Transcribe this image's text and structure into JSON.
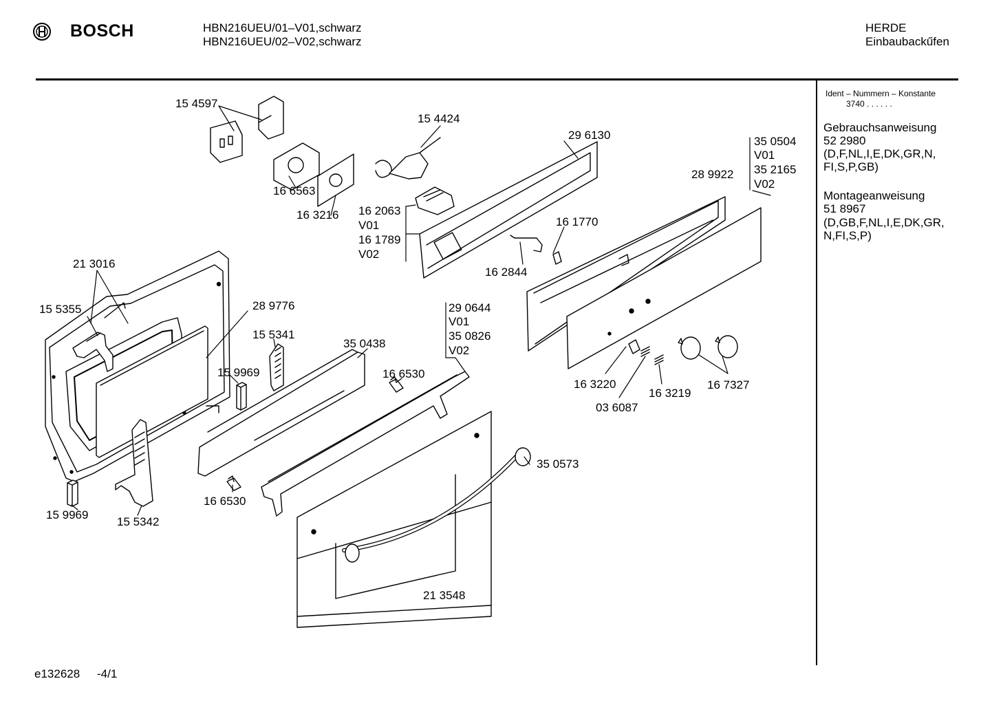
{
  "header": {
    "brand": "BOSCH",
    "model_line_1": "HBN216UEU/01–V01,schwarz",
    "model_line_2": "HBN216UEU/02–V02,schwarz",
    "category_line_1": "HERDE",
    "category_line_2": "Einbaubackűfen"
  },
  "sidebar": {
    "ident_title": "Ident – Nummern – Konstante",
    "ident_value": "3740  .  .  .  .  .  .",
    "manual_title": "Gebrauchsanweisung",
    "manual_number": "52 2980",
    "manual_langs_1": "(D,F,NL,I,E,DK,GR,N,",
    "manual_langs_2": "FI,S,P,GB)",
    "mount_title": "Montageanweisung",
    "mount_number": "51 8967",
    "mount_langs_1": "(D,GB,F,NL,I,E,DK,GR,",
    "mount_langs_2": "N,FI,S,P)"
  },
  "parts": {
    "p154597": "15 4597",
    "p154424": "15 4424",
    "p296130": "29 6130",
    "p350504": "35 0504",
    "p350504_v": "V01",
    "p352165": "35 2165",
    "p352165_v": "V02",
    "p289922": "28 9922",
    "p166563": "16 6563",
    "p163216": "16 3216",
    "p162063": "16 2063",
    "p162063_v": "V01",
    "p161789": "16 1789",
    "p161789_v": "V02",
    "p161770": "16 1770",
    "p162844": "16 2844",
    "p213016": "21 3016",
    "p155355": "15 5355",
    "p289776": "28 9776",
    "p155341": "15 5341",
    "p350438": "35 0438",
    "p290644": "29 0644",
    "p290644_v": "V01",
    "p350826": "35 0826",
    "p350826_v": "V02",
    "p159969a": "15 9969",
    "p166530a": "16 6530",
    "p163220": "16 3220",
    "p167327": "16 7327",
    "p163219": "16 3219",
    "p036087": "03 6087",
    "p350573": "35 0573",
    "p166530b": "16 6530",
    "p159969b": "15 9969",
    "p155342": "15 5342",
    "p213548": "21 3548"
  },
  "footer": {
    "doc_id": "e132628",
    "page": "-4/1"
  }
}
